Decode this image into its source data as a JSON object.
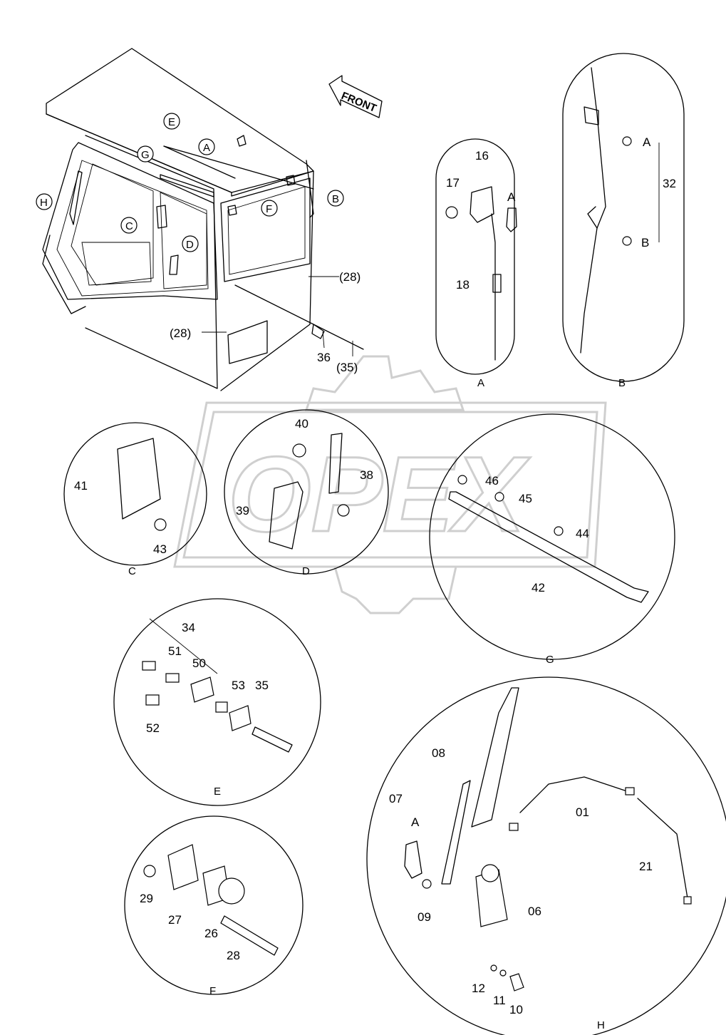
{
  "watermark": "OPEX",
  "front_arrow": "FRONT",
  "callouts": {
    "A": "A",
    "B": "B",
    "C": "C",
    "D": "D",
    "E": "E",
    "F": "F",
    "G": "G",
    "H": "H"
  },
  "cab_labels": {
    "p28a": "(28)",
    "p28b": "(28)",
    "p36": "36",
    "p35": "(35)"
  },
  "detail_A": {
    "title": "A",
    "p16": "16",
    "p17": "17",
    "pA": "A",
    "p18": "18"
  },
  "detail_B": {
    "title": "B",
    "pA": "A",
    "p32": "32",
    "pB": "B"
  },
  "detail_C": {
    "title": "C",
    "p41": "41",
    "p43": "43"
  },
  "detail_D": {
    "title": "D",
    "p40": "40",
    "p38": "38",
    "p39": "39"
  },
  "detail_G": {
    "title": "G",
    "p46": "46",
    "p45": "45",
    "p44": "44",
    "p42": "42"
  },
  "detail_E": {
    "title": "E",
    "p34": "34",
    "p51": "51",
    "p50": "50",
    "p53": "53",
    "p35": "35",
    "p52": "52"
  },
  "detail_F": {
    "title": "F",
    "p29": "29",
    "p27": "27",
    "p26": "26",
    "p28": "28"
  },
  "detail_H": {
    "title": "H",
    "p08": "08",
    "p07": "07",
    "pA": "A",
    "p01": "01",
    "p21": "21",
    "p09": "09",
    "p06": "06",
    "p12": "12",
    "p11": "11",
    "p10": "10"
  }
}
